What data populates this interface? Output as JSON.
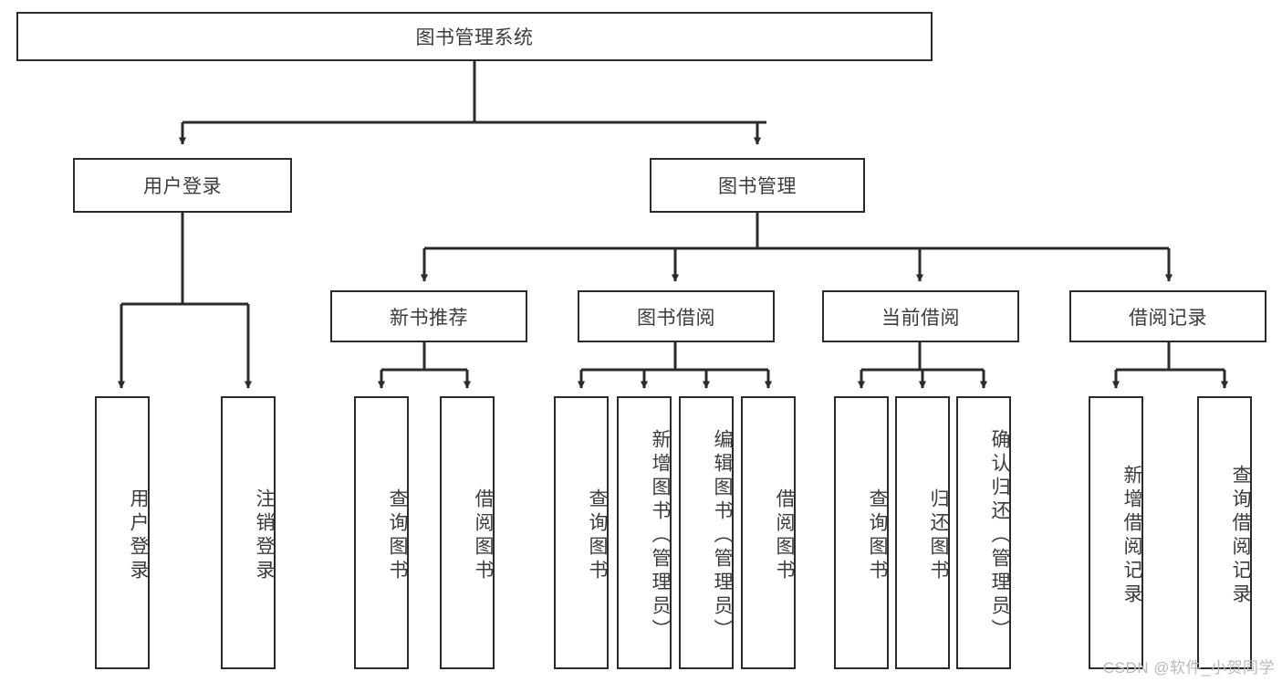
{
  "diagram": {
    "title": "图书管理系统",
    "type": "hierarchy-tree",
    "background_color": "#ffffff",
    "box_border_color": "#2b2b2b",
    "text_color": "#3c3c3c",
    "watermark": "CSDN @软件_小贺同学",
    "levels": [
      {
        "level": 1,
        "nodes": [
          {
            "id": "root",
            "label": "图书管理系统",
            "orientation": "horizontal"
          }
        ]
      },
      {
        "level": 2,
        "nodes": [
          {
            "id": "user-login",
            "label": "用户登录",
            "orientation": "horizontal",
            "parent": "root"
          },
          {
            "id": "book-manage",
            "label": "图书管理",
            "orientation": "horizontal",
            "parent": "root"
          }
        ]
      },
      {
        "level": 3,
        "nodes": [
          {
            "id": "new-book-recommend",
            "label": "新书推荐",
            "orientation": "horizontal",
            "parent": "book-manage"
          },
          {
            "id": "book-borrow",
            "label": "图书借阅",
            "orientation": "horizontal",
            "parent": "book-manage"
          },
          {
            "id": "current-borrow",
            "label": "当前借阅",
            "orientation": "horizontal",
            "parent": "book-manage"
          },
          {
            "id": "borrow-record",
            "label": "借阅记录",
            "orientation": "horizontal",
            "parent": "book-manage"
          }
        ]
      },
      {
        "level": 4,
        "nodes": [
          {
            "id": "leaf-user-login",
            "label": "用户登录",
            "orientation": "vertical",
            "parent": "user-login"
          },
          {
            "id": "leaf-logout",
            "label": "注销登录",
            "orientation": "vertical",
            "parent": "user-login"
          },
          {
            "id": "leaf-query-book-1",
            "label": "查询图书",
            "orientation": "vertical",
            "parent": "new-book-recommend"
          },
          {
            "id": "leaf-borrow-book-1",
            "label": "借阅图书",
            "orientation": "vertical",
            "parent": "new-book-recommend"
          },
          {
            "id": "leaf-query-book-2",
            "label": "查询图书",
            "orientation": "vertical",
            "parent": "book-borrow"
          },
          {
            "id": "leaf-add-book",
            "label": "新增图书（管理员）",
            "orientation": "vertical",
            "parent": "book-borrow"
          },
          {
            "id": "leaf-edit-book",
            "label": "编辑图书（管理员）",
            "orientation": "vertical",
            "parent": "book-borrow"
          },
          {
            "id": "leaf-borrow-book-2",
            "label": "借阅图书",
            "orientation": "vertical",
            "parent": "book-borrow"
          },
          {
            "id": "leaf-query-book-3",
            "label": "查询图书",
            "orientation": "vertical",
            "parent": "current-borrow"
          },
          {
            "id": "leaf-return-book",
            "label": "归还图书",
            "orientation": "vertical",
            "parent": "current-borrow"
          },
          {
            "id": "leaf-confirm-return",
            "label": "确认归还（管理员）",
            "orientation": "vertical",
            "parent": "current-borrow"
          },
          {
            "id": "leaf-add-record",
            "label": "新增借阅记录",
            "orientation": "vertical",
            "parent": "borrow-record"
          },
          {
            "id": "leaf-query-record",
            "label": "查询借阅记录",
            "orientation": "vertical",
            "parent": "borrow-record"
          }
        ]
      }
    ]
  }
}
